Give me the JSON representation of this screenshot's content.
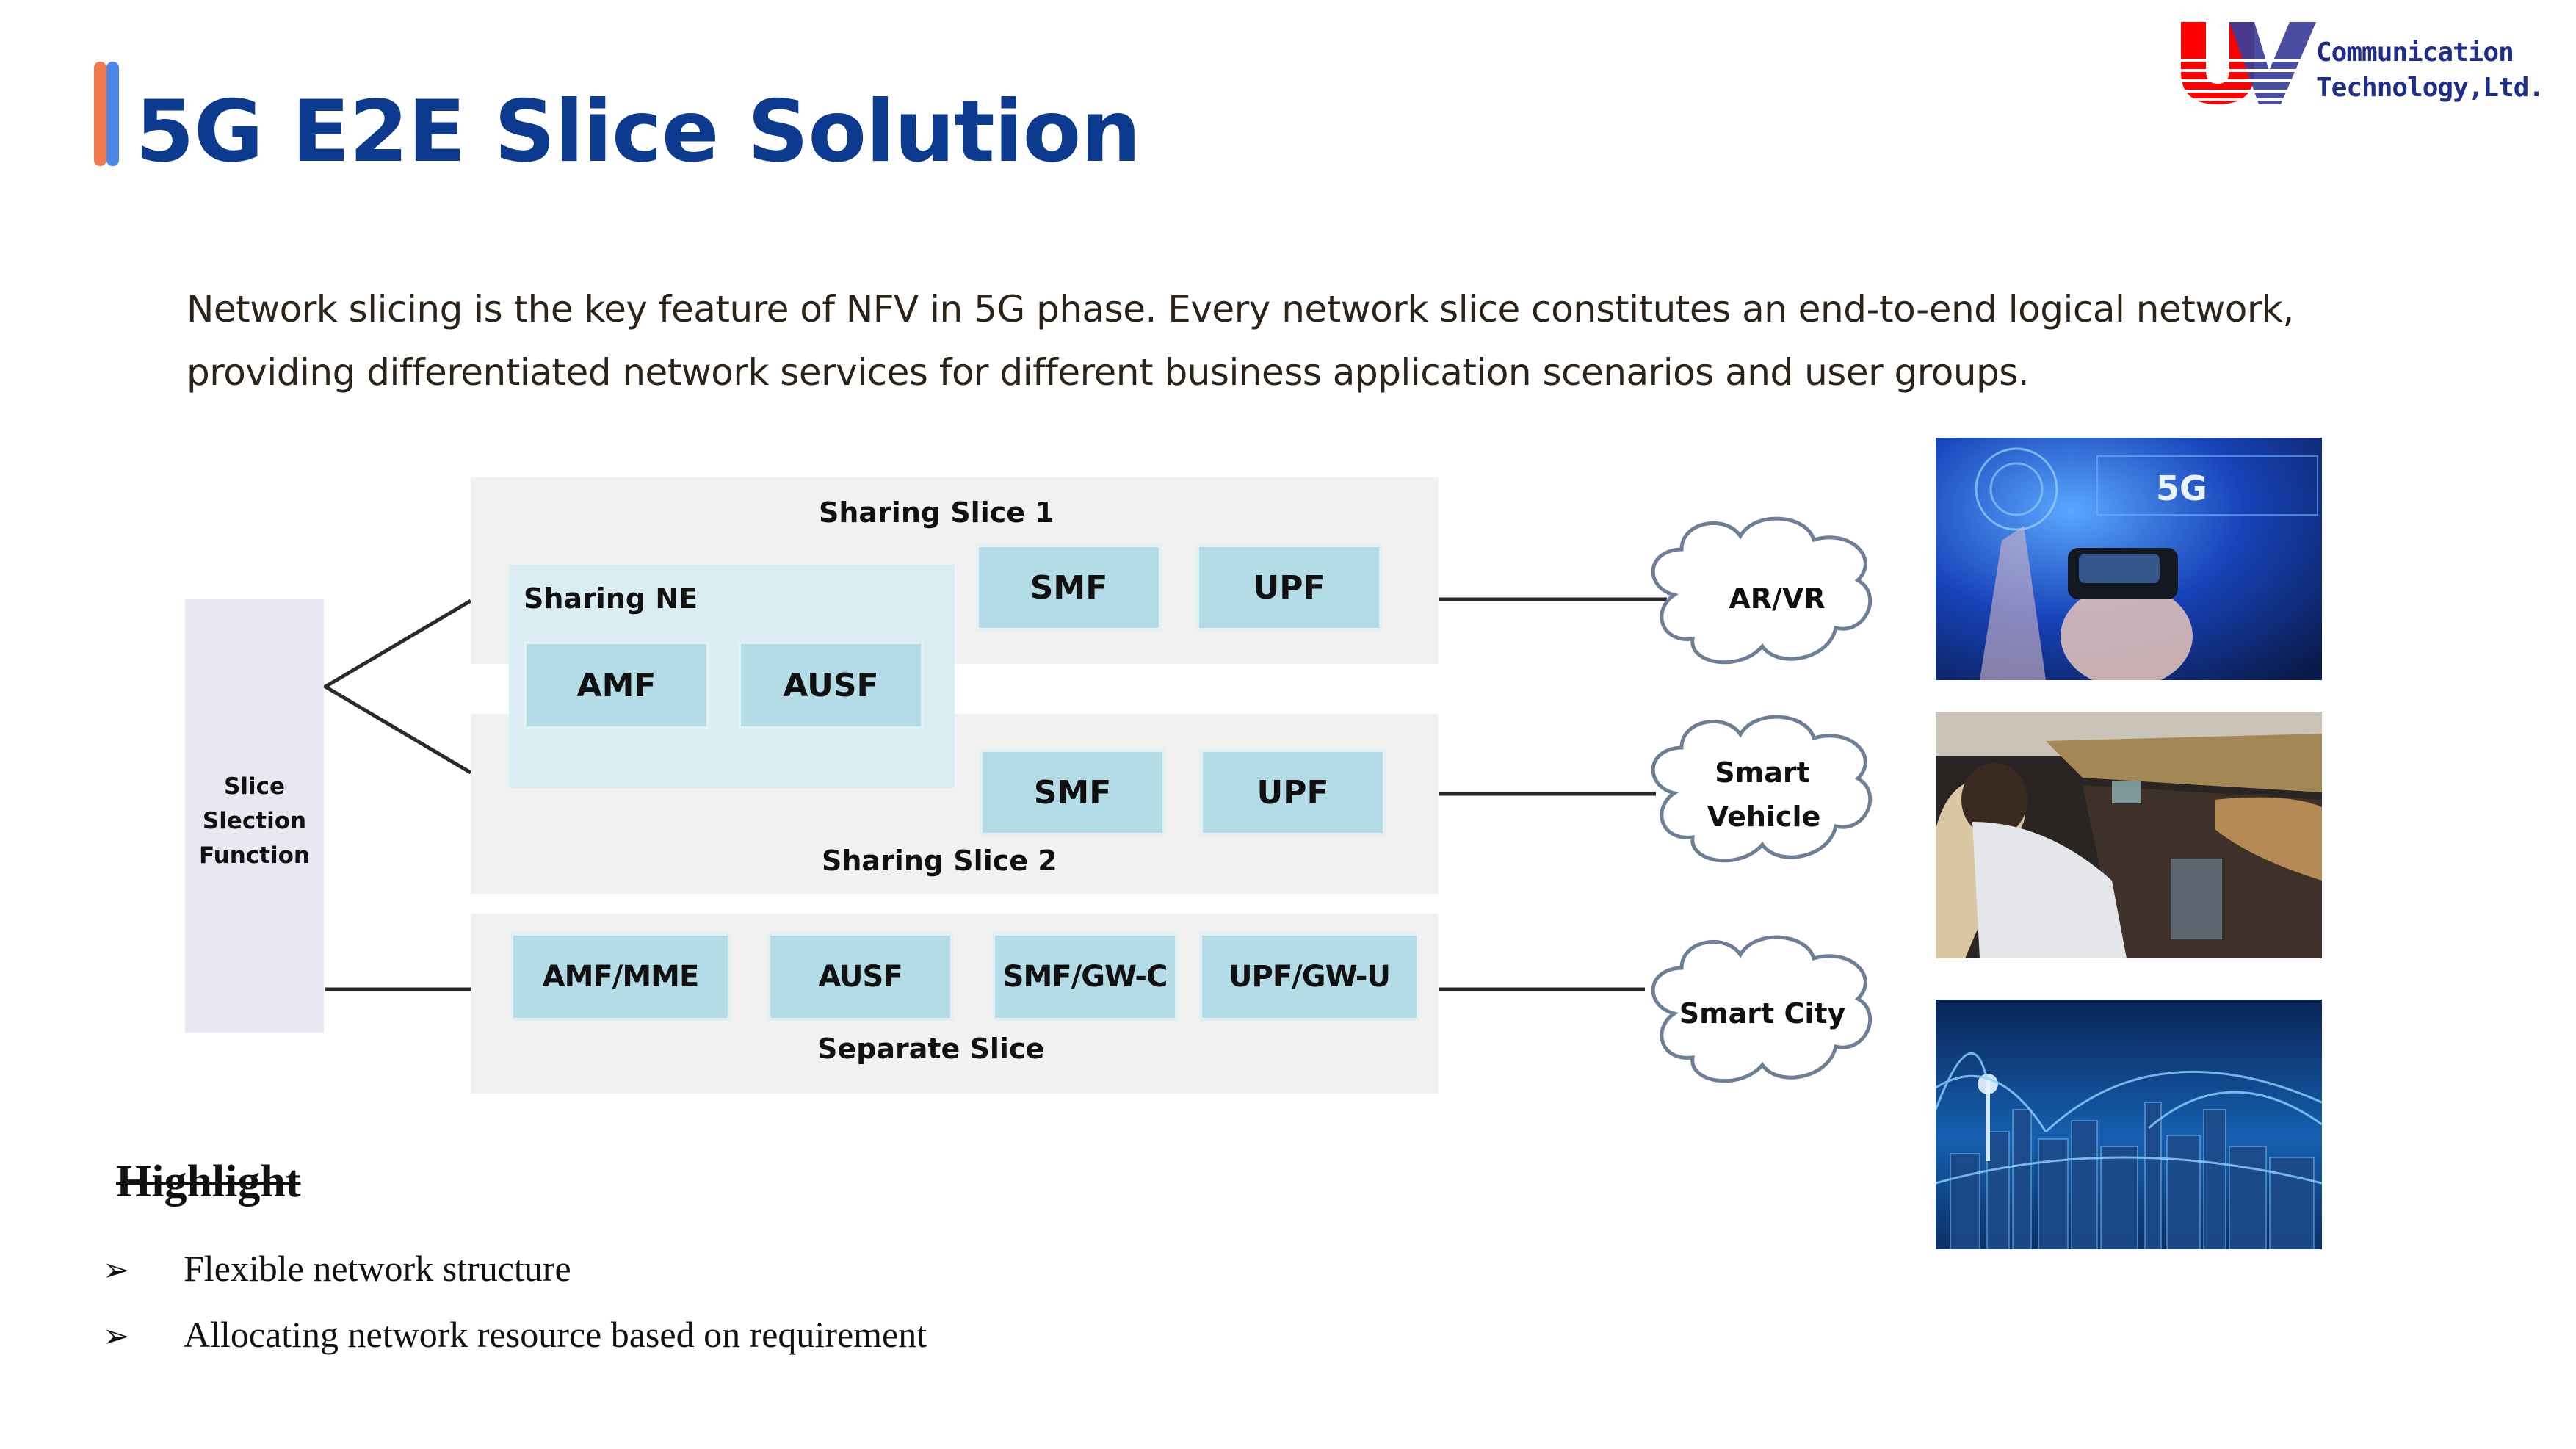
{
  "header": {
    "title": "5G E2E Slice Solution",
    "accent_colors": [
      "#EE7A4E",
      "#4B86E8"
    ],
    "title_color": "#0B3A8F"
  },
  "logo": {
    "mark": "UV",
    "line1": "Communication",
    "line2": "Technology,Ltd.",
    "colors": {
      "u": "#FF0000",
      "v": "#3A3F9A",
      "text": "#1E2C8A"
    }
  },
  "intro": {
    "line1": "Network slicing is the key feature of NFV in 5G phase. Every network slice constitutes an end-to-end logical network,",
    "line2": "providing differentiated network services for different business application scenarios and user groups."
  },
  "diagram": {
    "selection_function": {
      "lines": [
        "Slice",
        "Slection",
        "Function"
      ]
    },
    "sharing_ne": {
      "title": "Sharing NE",
      "functions": [
        "AMF",
        "AUSF"
      ]
    },
    "slices": [
      {
        "title": "Sharing Slice 1",
        "functions": [
          "SMF",
          "UPF"
        ],
        "scenario": [
          "AR/VR"
        ]
      },
      {
        "title": "Sharing Slice 2",
        "functions": [
          "SMF",
          "UPF"
        ],
        "scenario": [
          "Smart",
          "Vehicle"
        ]
      },
      {
        "title": "Separate Slice",
        "functions": [
          "AMF/MME",
          "AUSF",
          "SMF/GW-C",
          "UPF/GW-U"
        ],
        "scenario": [
          "Smart City"
        ]
      }
    ],
    "colors": {
      "slice_bg": "#F1F1F1",
      "ne_bg": "#DAEDF3",
      "nf_bg": "#B4DCE7",
      "ssf_bg": "#E9E7F2"
    }
  },
  "photos": [
    {
      "alt": "5G VR headset user",
      "caption": "5G"
    },
    {
      "alt": "Autonomous car interior"
    },
    {
      "alt": "Smart city network at night"
    }
  ],
  "highlights": {
    "title": "Highlight",
    "bullet_icon": "arrowhead-bullet",
    "items": [
      "Flexible network structure",
      "Allocating network resource based on requirement"
    ]
  }
}
